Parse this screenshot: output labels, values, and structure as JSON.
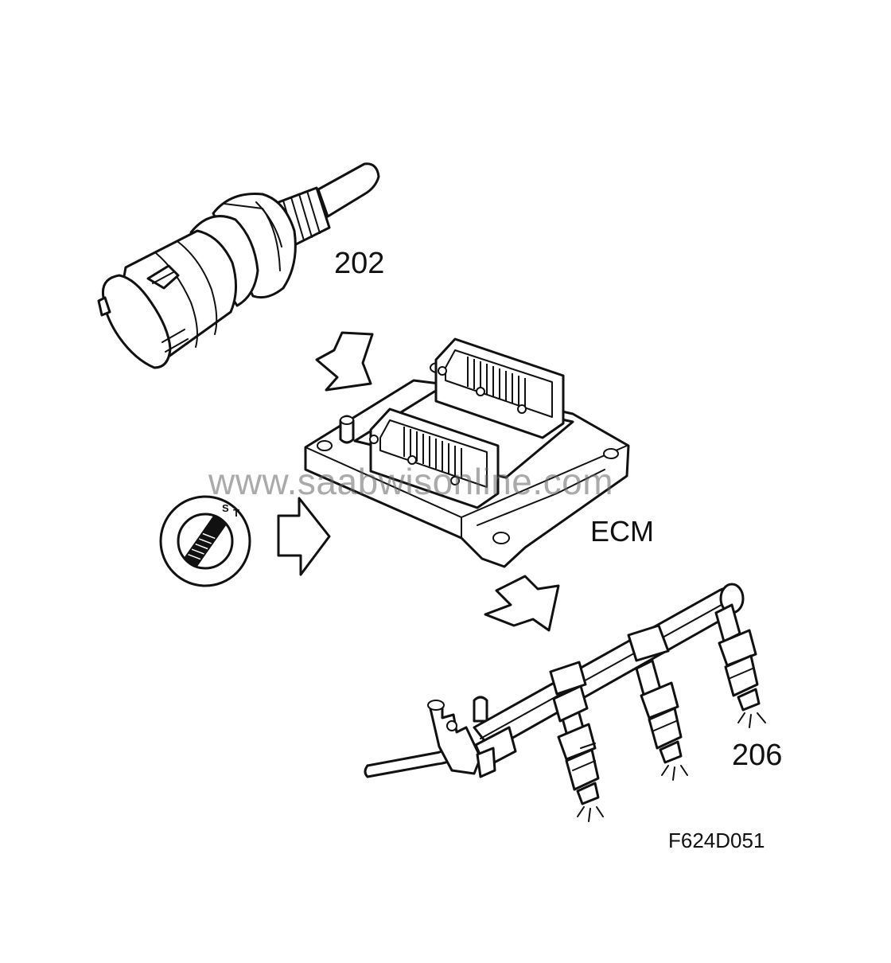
{
  "labels": {
    "sensor": "202",
    "ecm": "ECM",
    "injectors": "206",
    "figure_id": "F624D051"
  },
  "watermark": "www.saabwisonline.com",
  "ignition_switch": {
    "marks": [
      "S",
      "T"
    ]
  }
}
